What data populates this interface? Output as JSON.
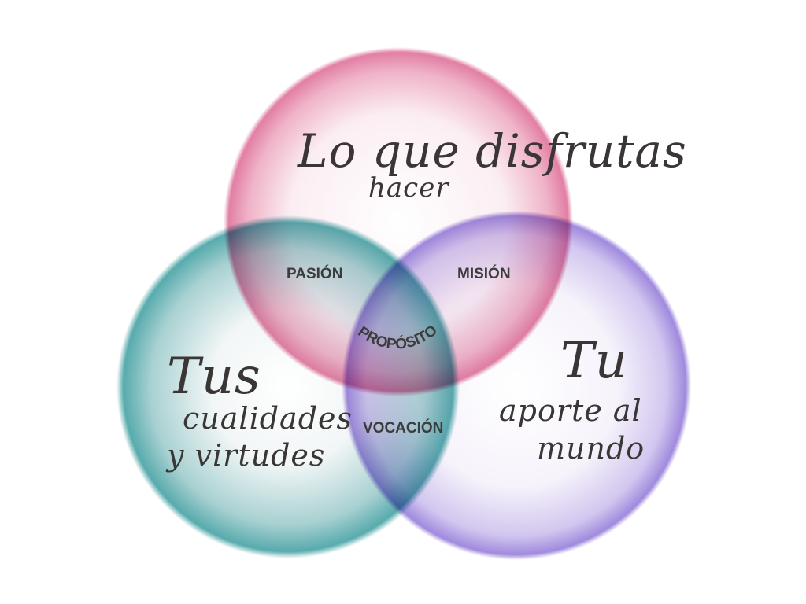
{
  "diagram": {
    "circles": {
      "top": {
        "lines": [
          "Lo que disfrutas",
          "hacer"
        ],
        "color": "#e07aa0"
      },
      "left": {
        "lines": [
          "Tus",
          "cualidades",
          "y virtudes"
        ],
        "color": "#4aa6a8"
      },
      "right": {
        "lines": [
          "Tu",
          "aporte al",
          "mundo"
        ],
        "color": "#9c86d8"
      }
    },
    "overlaps": {
      "top_left": "PASIÓN",
      "top_right": "MISIÓN",
      "left_right": "VOCACIÓN",
      "center": "PROPÓSITO"
    }
  }
}
